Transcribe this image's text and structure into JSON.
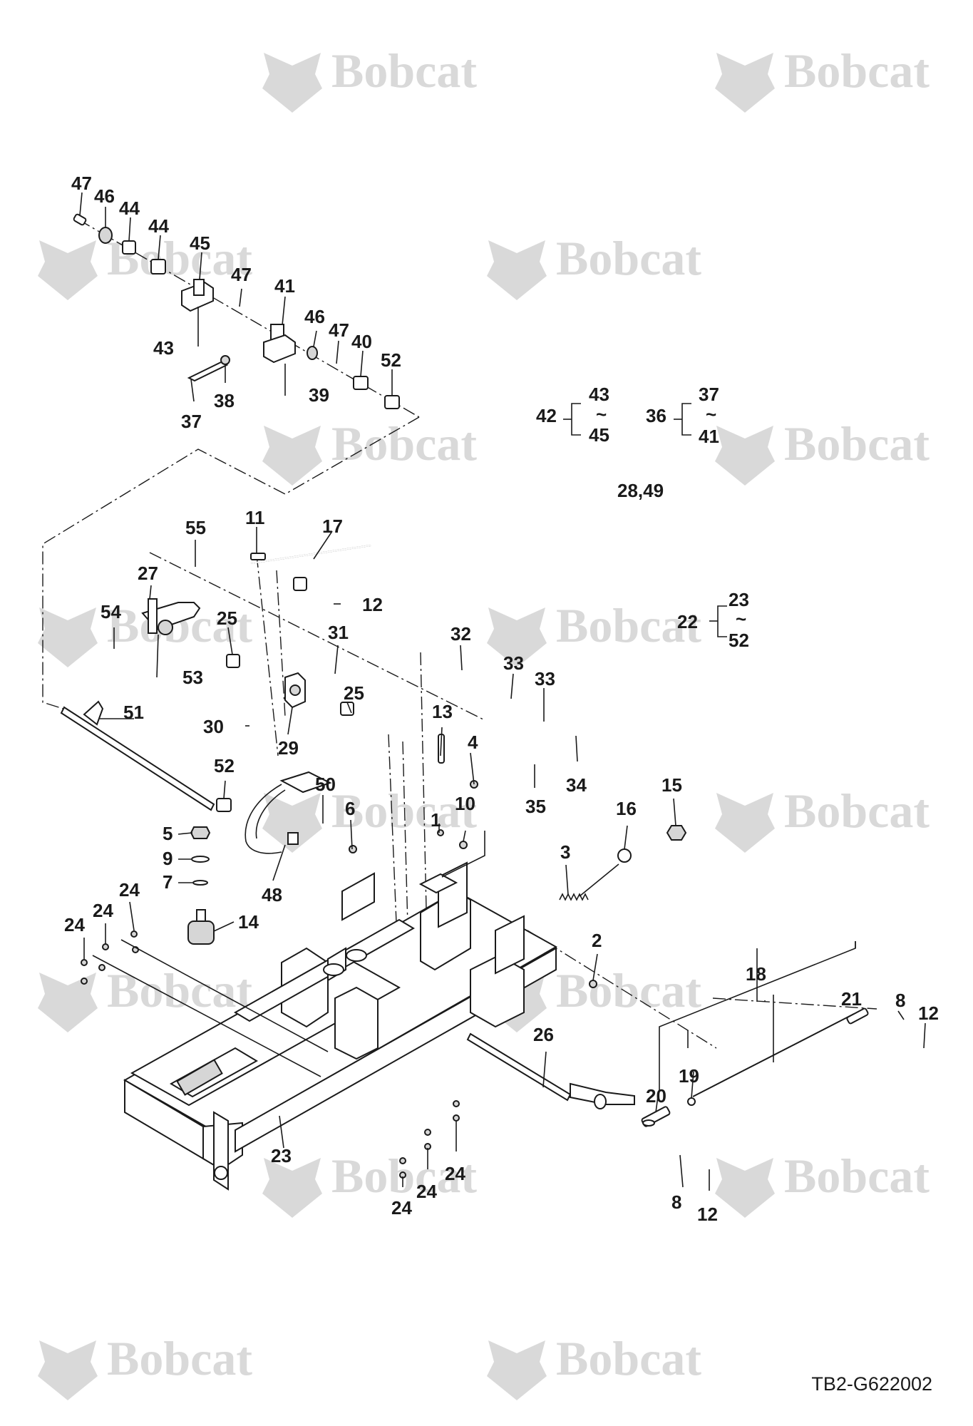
{
  "watermark": {
    "text": "Bobcat",
    "color": "#d9d9d9"
  },
  "drawing_code": "TB2-G622002",
  "callouts": [
    "47",
    "46",
    "44",
    "44",
    "45",
    "47",
    "41",
    "46",
    "47",
    "40",
    "52",
    "43",
    "37",
    "38",
    "39",
    "55",
    "11",
    "17",
    "12",
    "27",
    "54",
    "25",
    "31",
    "53",
    "25",
    "30",
    "29",
    "51",
    "32",
    "33",
    "33",
    "13",
    "4",
    "34",
    "35",
    "52",
    "50",
    "6",
    "10",
    "1",
    "5",
    "9",
    "7",
    "48",
    "14",
    "16",
    "15",
    "3",
    "24",
    "24",
    "24",
    "24",
    "2",
    "26",
    "18",
    "21",
    "8",
    "12",
    "19",
    "20",
    "23",
    "24",
    "24",
    "24",
    "8",
    "12"
  ],
  "groups": [
    {
      "main": "42",
      "from": "43",
      "to": "45",
      "sep": "~"
    },
    {
      "main": "36",
      "from": "37",
      "to": "41",
      "sep": "~"
    },
    {
      "main": "22",
      "from": "23",
      "to": "52",
      "sep": "~"
    }
  ],
  "note": "28,49",
  "colors": {
    "ink": "#1a1a1a",
    "background": "#ffffff",
    "shade": "#d6d6d6"
  }
}
